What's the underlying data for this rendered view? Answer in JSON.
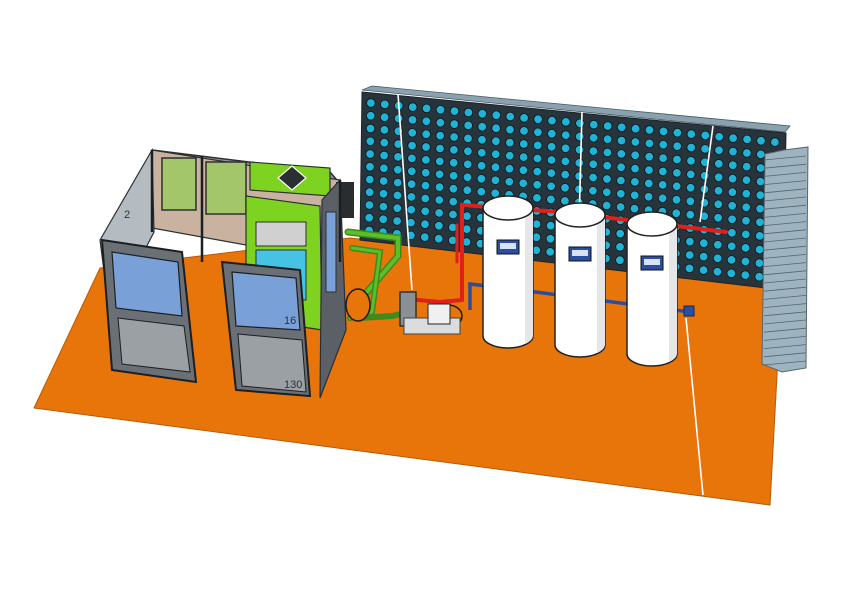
{
  "labels": {
    "dim_a": "2",
    "dim_b": "16",
    "dim_c": "130"
  },
  "colors": {
    "floor": "#e8750a",
    "wall_cell": "#1fb3d6",
    "wall_frame": "#2e3b44",
    "pipe_hot": "#e0201a",
    "pipe_cold": "#2a4fa0",
    "pipe_green": "#5cbf2a",
    "booth_frame": "#5a6066",
    "booth_glass": "#7aa0d8",
    "panel_green": "#7ed321",
    "tank": "#ffffff"
  },
  "objects": {
    "tank_count": 3,
    "wall_rows": 11,
    "wall_cols": 30
  }
}
